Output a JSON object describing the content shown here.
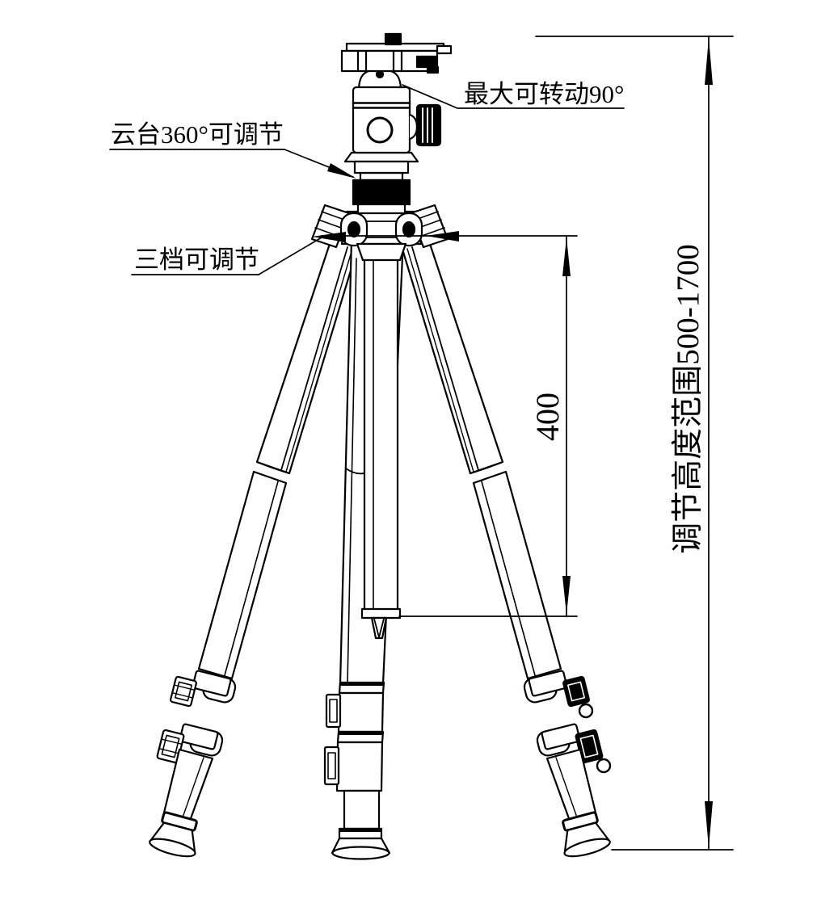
{
  "colors": {
    "line": "#000000",
    "background": "#ffffff",
    "fill_black": "#000000"
  },
  "annotations": {
    "max_rotation_label": "最大可转动90°",
    "pan_adjust_label": "云台360°可调节",
    "leg_angle_label": "三档可调节",
    "column_travel_dim": "400",
    "height_range_dim": "调节高度范围500-1700"
  }
}
